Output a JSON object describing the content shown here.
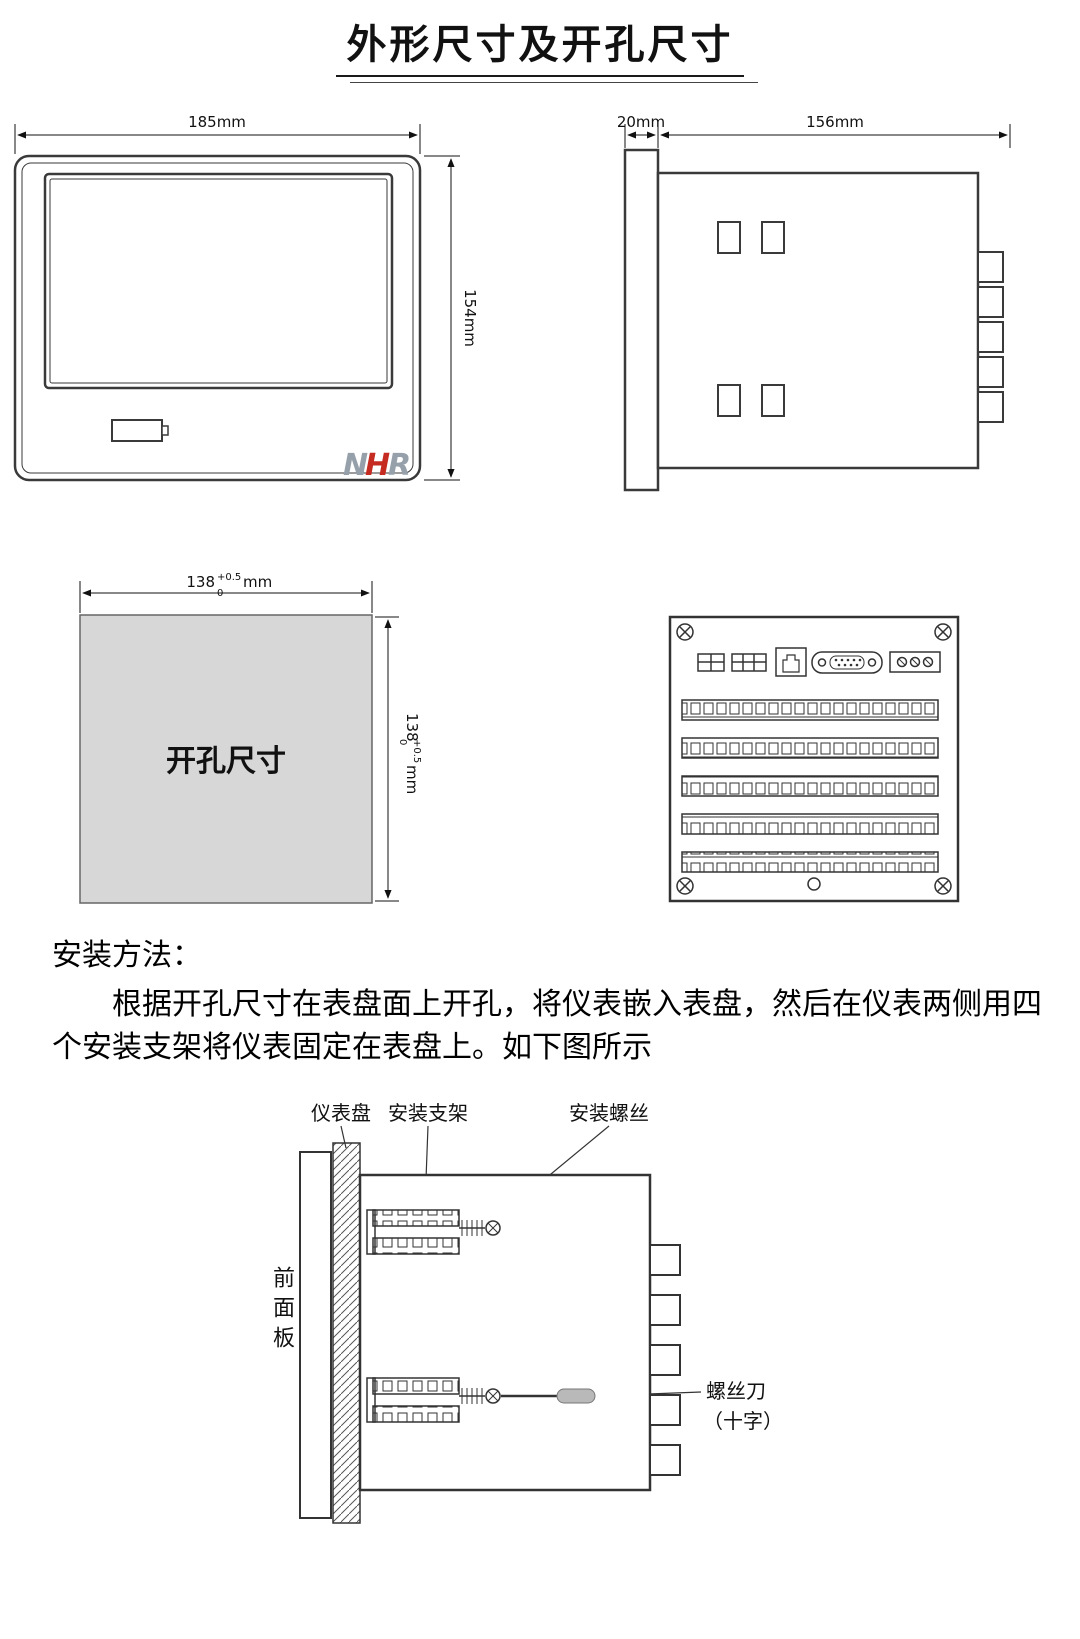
{
  "page": {
    "title": "外形尺寸及开孔尺寸"
  },
  "front_view": {
    "width_dim": "185mm",
    "height_dim": "154mm",
    "logo": {
      "n": "N",
      "h": "H",
      "r": "R"
    }
  },
  "side_view": {
    "depth_dim": "20mm",
    "length_dim": "156mm"
  },
  "cutout_view": {
    "label": "开孔尺寸",
    "dim_value": "138",
    "dim_sup": "+0.5",
    "dim_sub": "0",
    "dim_unit": "mm"
  },
  "installation": {
    "heading": "安装方法：",
    "paragraph": "根据开孔尺寸在表盘面上开孔，将仪表嵌入表盘，然后在仪表两侧用四个安装支架将仪表固定在表盘上。如下图所示",
    "labels": {
      "panel": "仪表盘",
      "bracket": "安装支架",
      "screws": "安装螺丝",
      "front_panel": "前面板",
      "screwdriver": "螺丝刀",
      "screwdriver_type": "（十字）"
    }
  },
  "colors": {
    "cutout_fill": "#d7d7d7",
    "logo_gray": "#96a0aa",
    "logo_red": "#c52b20",
    "handle_gray": "#b9b9b9"
  }
}
